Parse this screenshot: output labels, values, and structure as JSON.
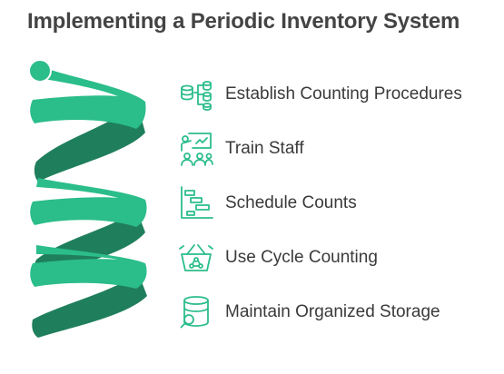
{
  "title": "Implementing a Periodic Inventory System",
  "colors": {
    "light_green": "#2bbd8a",
    "dark_green": "#1f7f5c",
    "icon": "#2bbd8a",
    "text": "#3a3a3a",
    "title": "#444444"
  },
  "steps": [
    {
      "label": "Establish Counting Procedures",
      "icon": "database-flow-icon"
    },
    {
      "label": "Train Staff",
      "icon": "presentation-people-icon"
    },
    {
      "label": "Schedule Counts",
      "icon": "gantt-chart-icon"
    },
    {
      "label": "Use Cycle Counting",
      "icon": "cycle-basket-icon"
    },
    {
      "label": "Maintain Organized Storage",
      "icon": "storage-search-icon"
    }
  ]
}
